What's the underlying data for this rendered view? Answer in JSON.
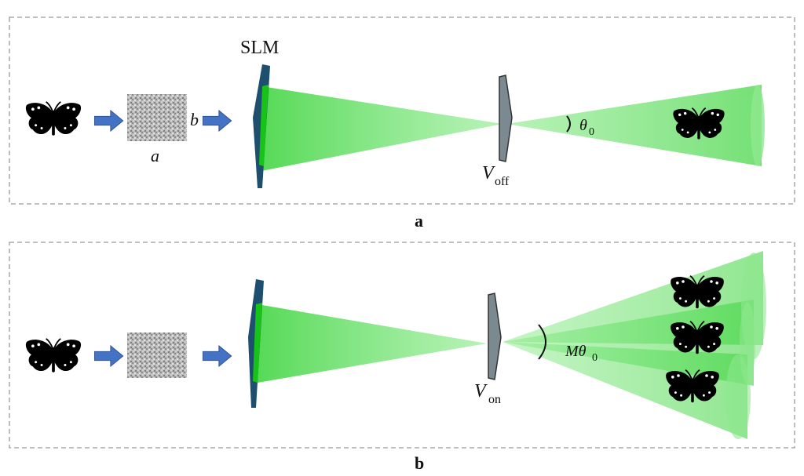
{
  "panel_a": {
    "caption": "a",
    "slm_label": "SLM",
    "diffuser_front_label": "a",
    "diffuser_back_label": "b",
    "device_label": {
      "main": "V",
      "sub": "off"
    },
    "angle_label": {
      "main": "θ",
      "sub": "0"
    }
  },
  "panel_b": {
    "caption": "b",
    "device_label": {
      "main": "V",
      "sub": "on"
    },
    "angle_label": {
      "main": "Mθ",
      "sub": "0"
    }
  },
  "colors": {
    "beam": "#5ee05e",
    "beam_core": "#16c316",
    "arrow": "#4472c4",
    "slm": "#1f4f6e",
    "frame": "#9a9a9a"
  }
}
